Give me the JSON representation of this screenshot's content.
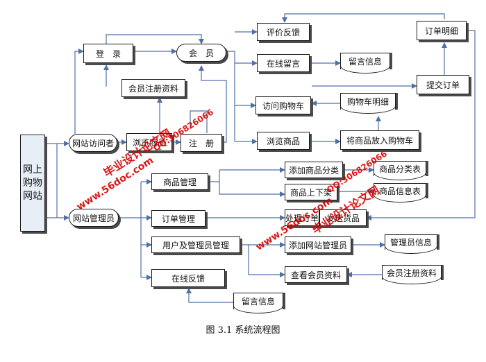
{
  "nodes": {
    "root": "网上\n购物\n网站",
    "visitor": "网站访问者",
    "admin": "网站管理员",
    "login": "登　录",
    "member": "会　员",
    "member_reg_info": "会员注册资料",
    "browse_goods_left": "浏览商品",
    "register": "注　册",
    "review": "评价反馈",
    "online_message": "在线留言",
    "message_info_top": "留言信息",
    "visit_cart": "访问购物车",
    "cart_detail": "购物车明细",
    "browse_goods": "浏览商品",
    "add_to_cart": "将商品放入购物车",
    "order_detail": "订单明细",
    "submit_order": "提交订单",
    "goods_mgmt": "商品管理",
    "add_category": "添加商品分类",
    "category_table": "商品分类表",
    "goods_listing": "商品上下架",
    "goods_info_table": "商品信息表",
    "order_mgmt": "订单管理",
    "process_order": "处理订单",
    "ship_goods": "发送货品",
    "user_admin_mgmt": "用户及管理员管理",
    "add_admin": "添加网站管理员",
    "admin_info": "管理员信息",
    "view_member_info": "查看会员资料",
    "member_reg_info_bottom": "会员注册资料",
    "online_feedback": "在线反馈",
    "message_info_bottom": "留言信息"
  },
  "caption": "图 3.1 系统流程图",
  "watermarks": {
    "site_a": "www.56doc.com",
    "qq_a": "QQ:306826066",
    "cn_a": "毕业设计论文网",
    "site_b": "www.56doc.com",
    "qq_b": "QQ:306826066",
    "cn_b": "毕业设计论文网"
  },
  "colors": {
    "line": "#4f6fa8",
    "border": "#1a1a1a",
    "shadow": "#4a4a4a",
    "root_fill": "#e7eef8",
    "watermark": "#d40000"
  }
}
